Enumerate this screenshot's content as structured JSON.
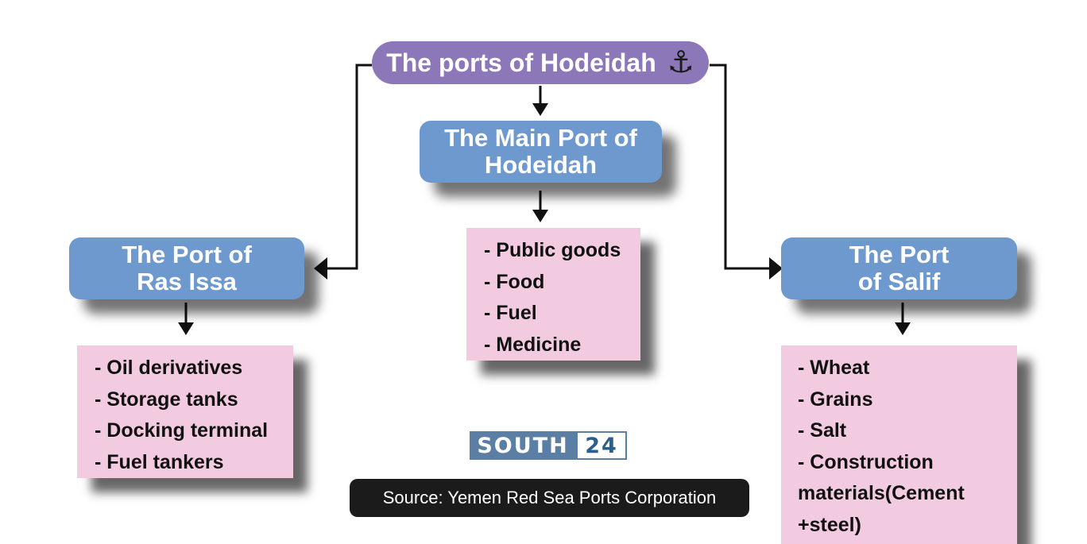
{
  "root": {
    "title": "The ports of Hodeidah",
    "icon": "anchor-icon",
    "color": "#8c77b8"
  },
  "main_port": {
    "title": "The Main Port of Hodeidah",
    "items": [
      "- Public goods",
      "- Food",
      "- Fuel",
      "- Medicine"
    ]
  },
  "ras_issa": {
    "title_line1": "The Port of",
    "title_line2": "Ras Issa",
    "items": [
      "- Oil derivatives",
      "- Storage tanks",
      "- Docking terminal",
      "- Fuel tankers"
    ]
  },
  "salif": {
    "title_line1": "The Port",
    "title_line2": "of Salif",
    "items": [
      "- Wheat",
      "- Grains",
      "- Salt",
      "- Construction materials(Cement +steel)"
    ]
  },
  "logo": {
    "part1": "SOUTH",
    "part2": "24"
  },
  "source": "Source: Yemen Red Sea Ports Corporation",
  "colors": {
    "port_box": "#6d99cf",
    "list_box": "#f2cbe0",
    "source_bar": "#1b1b1b"
  }
}
